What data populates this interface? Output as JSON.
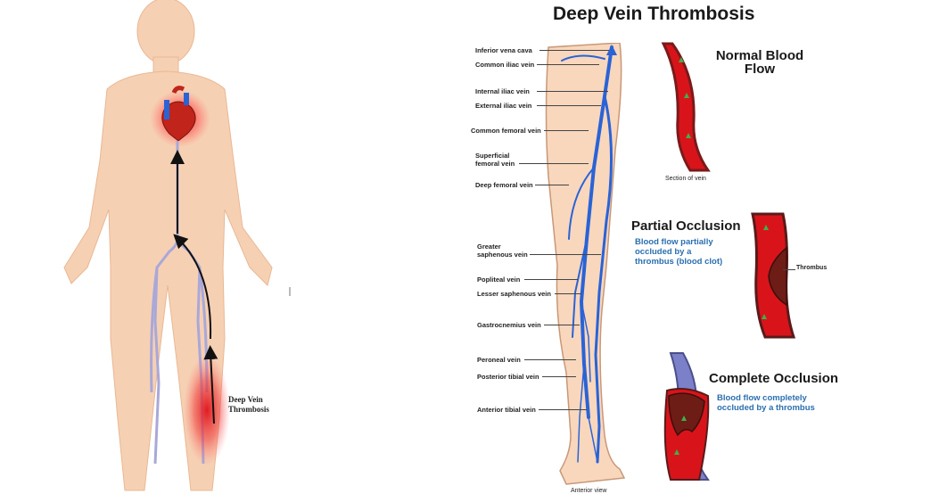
{
  "left": {
    "dvt_label_line1": "Deep Vein",
    "dvt_label_line2": "Thrombosis"
  },
  "right": {
    "title": "Deep Vein Thrombosis",
    "vein_labels": [
      {
        "text": "Inferior vena cava"
      },
      {
        "text": "Common iliac vein"
      },
      {
        "text": "Internal iliac vein"
      },
      {
        "text": "External iliac vein"
      },
      {
        "text": "Common femoral vein"
      },
      {
        "text": "Superficial"
      },
      {
        "text": "femoral vein"
      },
      {
        "text": "Deep femoral vein"
      },
      {
        "text": "Greater"
      },
      {
        "text": "saphenous vein"
      },
      {
        "text": "Popliteal vein"
      },
      {
        "text": "Lesser saphenous vein"
      },
      {
        "text": "Gastrocnemius vein"
      },
      {
        "text": "Peroneal vein"
      },
      {
        "text": "Posterior tibial vein"
      },
      {
        "text": "Anterior tibial vein"
      }
    ],
    "anterior_view": "Anterior view",
    "normal": {
      "title_line1": "Normal Blood",
      "title_line2": "Flow",
      "caption": "Section of vein"
    },
    "partial": {
      "title": "Partial Occlusion",
      "desc_line1": "Blood flow  partially",
      "desc_line2": "occluded by a",
      "desc_line3": "thrombus (blood clot)",
      "label": "Thrombus"
    },
    "complete": {
      "title": "Complete Occlusion",
      "desc_line1": "Blood flow  completely",
      "desc_line2": "occluded by a thrombus"
    }
  },
  "colors": {
    "vein": "#2a63d6",
    "blood": "#d8141a",
    "skin": "#f6d0b3",
    "desc": "#2a6fb0"
  }
}
